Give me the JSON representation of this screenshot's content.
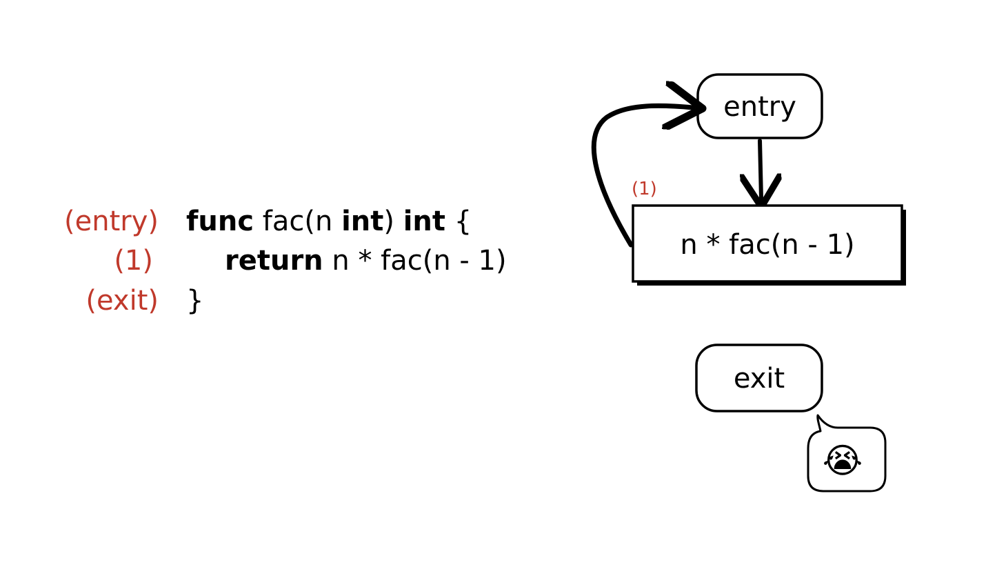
{
  "code": {
    "labels": {
      "entry": "(entry)",
      "one": "(1)",
      "exit": "(exit)"
    },
    "line1": {
      "kw_func": "func",
      "sig": " fac(n ",
      "kw_int1": "int",
      "mid": ") ",
      "kw_int2": "int",
      "brace": " {"
    },
    "line2": {
      "kw_return": "return",
      "expr": " n * fac(n - 1)"
    },
    "line3": {
      "brace": "}"
    }
  },
  "diagram": {
    "entry_node": "entry",
    "body_node": "n * fac(n - 1)",
    "body_label": "(1)",
    "exit_node": "exit",
    "bubble_emoji": "😭"
  }
}
